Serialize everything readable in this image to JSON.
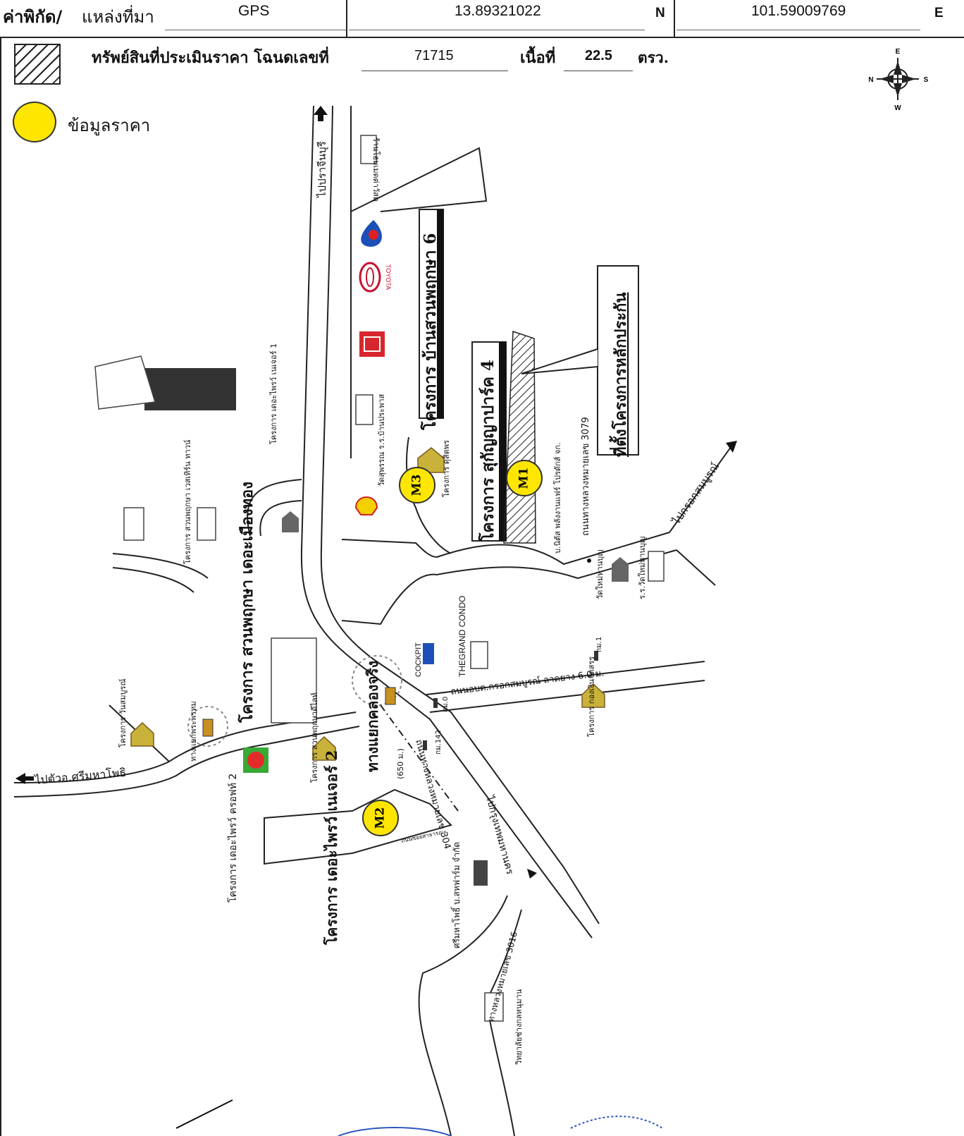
{
  "header": {
    "coord_label": "ค่าพิกัด/",
    "source_label": "แหล่งที่มา",
    "source_value": "GPS",
    "lat_value": "13.89321022",
    "lat_unit": "N",
    "lon_value": "101.59009769",
    "lon_unit": "E"
  },
  "subject": {
    "label": "ทรัพย์สินที่ประเมินราคา โฉนดเลขที่",
    "deed_no": "71715",
    "area_label": "เนื้อที่",
    "area_value": "22.5",
    "area_unit": "ตรว."
  },
  "legend": {
    "price_info": "ข้อมูลราคา"
  },
  "compass": {
    "n": "N",
    "e": "E",
    "s": "S",
    "w": "W"
  },
  "markers": [
    {
      "id": "M1",
      "label": "M1"
    },
    {
      "id": "M2",
      "label": "M2"
    },
    {
      "id": "M3",
      "label": "M3"
    }
  ],
  "labels": {
    "to_prachinburi": "ไปปราจีนบุรี",
    "mall_old": "ร้านโฮมเมดต่าวัสดุ",
    "proj_baan_suan": "โครงการ บ้านสวนพฤกษา 6",
    "proj_sukanya": "โครงการ สุกัญญาปาร์ค 4",
    "collateral": "ที่ตั้งโครงการหลักประกัน",
    "rd_3079": "ถนนทางหลวงหมายเลข 3079",
    "to_krok_sombun": "ไปกรอกสมบูรณ์",
    "proj_deproud_1": "โครงการ เดอะไพรว์ เนเจอร์ 1",
    "wat_school": "วัดสุพรรณ ร.ร.บ้านประพาส",
    "proj_dusit": "โครงการ ดุสิตพร",
    "co_nitas": "บ.นิตัส พลังงานแฟร์ โปรดักส์ จก.",
    "wat_mai": "วัดใหม่ทานบุญ",
    "school_mai": "ร.ร.วัดใหม่ทานบุญ",
    "proj_suan_wester": "โครงการ สวนพฤกษา เวสเทิร์น ทาวน์",
    "proj_suan_mueang": "โครงการ สวนพฤกษา เดอะเมืองทอง",
    "junction_klong": "ทางแยกคลองจริง",
    "thegrand": "THEGRAND CONDO",
    "cockpit": "COCKPIT",
    "rd_krok": "ถนนอบต.กรอกสมบูรณ์ ลาดยาง 6.0 ม.",
    "km0": "กม.0",
    "km1": "กม.1",
    "km142": "กม.142",
    "proj_kongngoen": "โครงการ กองเงินจัดสรร",
    "proj_wansom": "โครงการ วันสมบูรณ์",
    "junction_phra": "ทางแยกพระพรหม",
    "to_sri_mahapho": "ไปตัวอ.ศรีมหาโพธิ",
    "proj_suan_dee": "โครงการ สวนพฤกษาดีไลท์",
    "rd_304": "ถนนทางหลวงหมายเลข 304",
    "to_bangkok": "ไปกรุงเทพมหานคร",
    "dist_650": "(650 ม.)",
    "proj_deproud_2": "โครงการ เดอะไพรว์ เนเจอร์ 2",
    "proj_deproud_2b": "โครงการ เดอะไพรว์ ครอฟท์ 2",
    "co_srimaha": "ศรีมหาโพธิ์ บ.สหฟาร์ม จำกัด",
    "rd_3016": "ทางหลวงหมายเลข 3016",
    "college": "วิทยาลัยช่างกลหนุมาน",
    "rd_small": "ถนนซอยสาธารณะ",
    "toyota": "TOYOTA",
    "shell": "Shell"
  },
  "colors": {
    "marker": "#FFE600",
    "road": "#222222",
    "bar": "#111111",
    "ptt": "#1d4fb8",
    "toyota": "#c8102e"
  }
}
